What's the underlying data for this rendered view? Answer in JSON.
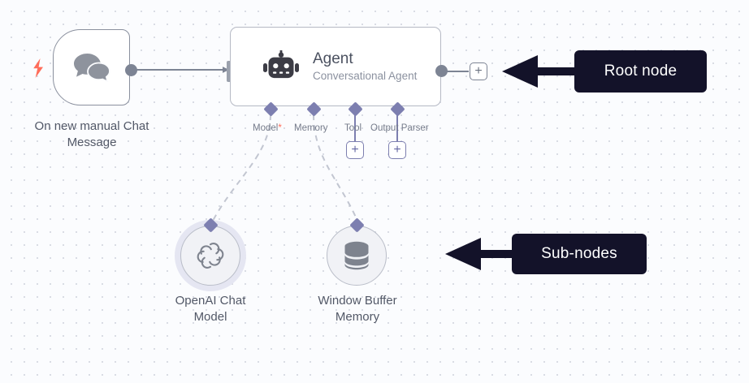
{
  "canvas": {
    "background_color": "#fbfcfe",
    "grid_dot_color": "#d9dce4"
  },
  "nodes": {
    "trigger": {
      "caption": "On new manual Chat\nMessage",
      "icon": "chat-bubbles-icon",
      "badge_icon": "lightning-bolt-icon"
    },
    "agent": {
      "title": "Agent",
      "subtitle": "Conversational Agent",
      "icon": "robot-icon",
      "ports": [
        {
          "label": "Model",
          "required": true,
          "required_marker": "*",
          "has_plus": false
        },
        {
          "label": "Memory",
          "required": false,
          "required_marker": "",
          "has_plus": false
        },
        {
          "label": "Tool",
          "required": false,
          "required_marker": "",
          "has_plus": true
        },
        {
          "label": "Output Parser",
          "required": false,
          "required_marker": "",
          "has_plus": true
        }
      ],
      "output_plus_label": "+"
    },
    "sub_nodes": [
      {
        "caption": "OpenAI Chat\nModel",
        "icon": "openai-logo-icon",
        "highlighted": true
      },
      {
        "caption": "Window Buffer\nMemory",
        "icon": "database-icon",
        "highlighted": false
      }
    ]
  },
  "annotations": [
    {
      "label": "Root node",
      "arrow": "arrow-left-icon",
      "color": "#131229"
    },
    {
      "label": "Sub-nodes",
      "arrow": "arrow-left-icon",
      "color": "#131229"
    }
  ],
  "symbols": {
    "plus": "+",
    "asterisk": "*",
    "bolt": "⚡"
  }
}
